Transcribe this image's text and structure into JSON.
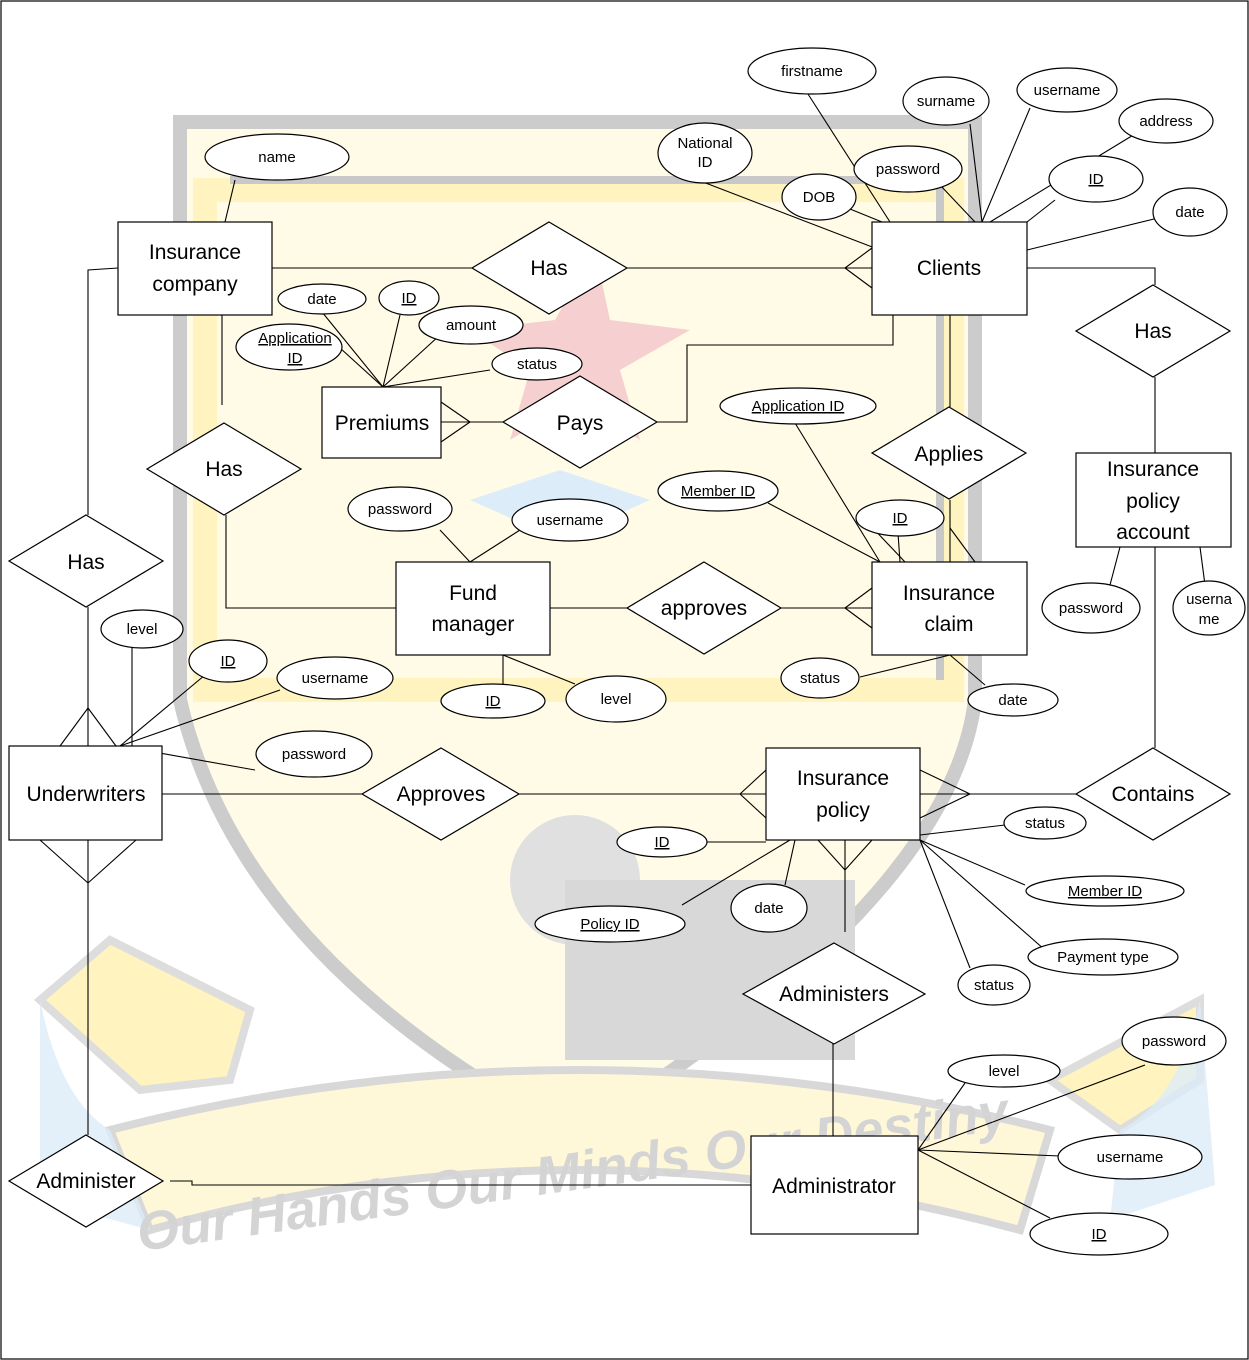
{
  "watermark": {
    "motto": "Our Hands Our Minds Our Destiny",
    "colors": {
      "gray": "#c8c8c8",
      "yellow": "#fff3c0",
      "blue": "#dcecf8",
      "red": "#f6d0d0"
    }
  },
  "entities": {
    "insurance_company": "Insurance company",
    "clients": "Clients",
    "premiums": "Premiums",
    "fund_manager": "Fund manager",
    "insurance_claim": "Insurance claim",
    "insurance_policy_account": "Insurance policy account",
    "underwriters": "Underwriters",
    "insurance_policy": "Insurance policy",
    "administrator": "Administrator"
  },
  "relationships": {
    "company_clients": "Has",
    "clients_account": "Has",
    "pays": "Pays",
    "company_fund": "Has",
    "applies": "Applies",
    "company_underwriters": "Has",
    "approves_claim": "approves",
    "approves_policy": "Approves",
    "contains": "Contains",
    "administers": "Administers",
    "administer": "Administer"
  },
  "attributes": {
    "company_name": "name",
    "client_firstname": "firstname",
    "client_surname": "surname",
    "client_username": "username",
    "client_address": "address",
    "client_national_id": "National ID",
    "client_password": "password",
    "client_dob": "DOB",
    "client_id": "ID",
    "client_date": "date",
    "premium_date": "date",
    "premium_id": "ID",
    "premium_amount": "amount",
    "premium_application_id": "Application ID",
    "premium_status": "status",
    "claim_application_id": "Application ID",
    "claim_member_id": "Member ID",
    "claim_id": "ID",
    "claim_status": "status",
    "claim_date": "date",
    "fund_password": "password",
    "fund_username": "username",
    "fund_id": "ID",
    "fund_level": "level",
    "account_password": "password",
    "account_username": "username",
    "uw_level": "level",
    "uw_id": "ID",
    "uw_username": "username",
    "uw_password": "password",
    "policy_id_attr": "ID",
    "policy_status_1": "status",
    "policy_member_id": "Member ID",
    "policy_policy_id": "Policy ID",
    "policy_date": "date",
    "policy_payment_type": "Payment type",
    "policy_status_2": "status",
    "admin_password": "password",
    "admin_level": "level",
    "admin_username": "username",
    "admin_id": "ID"
  }
}
